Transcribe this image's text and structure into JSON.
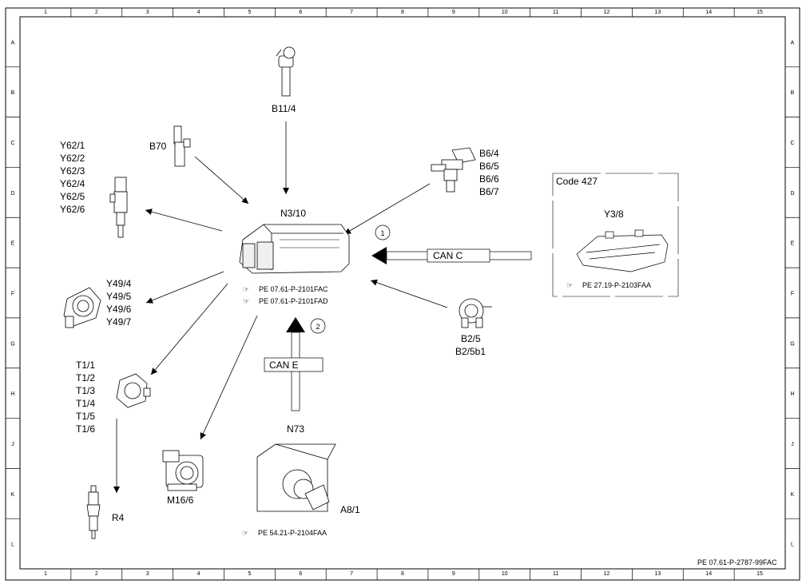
{
  "grid": {
    "columns": [
      "1",
      "2",
      "3",
      "4",
      "5",
      "6",
      "7",
      "8",
      "9",
      "10",
      "11",
      "12",
      "13",
      "14",
      "15"
    ],
    "rows": [
      "A",
      "B",
      "C",
      "D",
      "E",
      "F",
      "G",
      "H",
      "J",
      "K",
      "L"
    ]
  },
  "center": {
    "label": "N3/10",
    "refs": [
      "PE 07.61-P-2101FAC",
      "PE 07.61-P-2101FAD"
    ]
  },
  "components": {
    "b11_4": "B11/4",
    "b70": "B70",
    "y62": [
      "Y62/1",
      "Y62/2",
      "Y62/3",
      "Y62/4",
      "Y62/5",
      "Y62/6"
    ],
    "b6": [
      "B6/4",
      "B6/5",
      "B6/6",
      "B6/7"
    ],
    "y49": [
      "Y49/4",
      "Y49/5",
      "Y49/6",
      "Y49/7"
    ],
    "t1": [
      "T1/1",
      "T1/2",
      "T1/3",
      "T1/4",
      "T1/5",
      "T1/6"
    ],
    "r4": "R4",
    "m16_6": "M16/6",
    "n73": "N73",
    "a8_1": "A8/1",
    "a8_ref": "PE 54.21-P-2104FAA",
    "b2_5": [
      "B2/5",
      "B2/5b1"
    ]
  },
  "can_c": {
    "label": "CAN C",
    "num": "1"
  },
  "can_e": {
    "label": "CAN E",
    "num": "2"
  },
  "code_box": {
    "code": "Code 427",
    "label": "Y3/8",
    "ref": "PE 27.19-P-2103FAA"
  },
  "footer_code": "PE 07.61-P-2787-99FAC"
}
